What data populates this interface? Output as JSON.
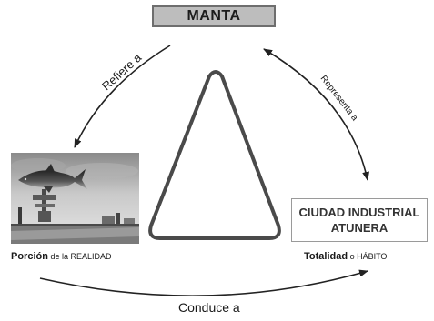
{
  "nodes": {
    "top": {
      "label": "MANTA"
    },
    "right": {
      "line1": "CIUDAD INDUSTRIAL",
      "line2": "ATUNERA"
    },
    "left": {
      "image": "manta-tuna-monument-photo"
    }
  },
  "captions": {
    "left": {
      "bold": "Porción",
      "rest": " de la REALIDAD"
    },
    "right": {
      "bold": "Totalidad",
      "rest": " o HÁBITO"
    }
  },
  "arrows": {
    "top_left": "Refiere a",
    "top_right": "Representa a",
    "bottom": "Conduce a"
  },
  "colors": {
    "box_fill": "#bdbdbd",
    "box_border": "#6e6e6e",
    "triangle_stroke": "#4a4a4a",
    "arrow_stroke": "#222222"
  }
}
